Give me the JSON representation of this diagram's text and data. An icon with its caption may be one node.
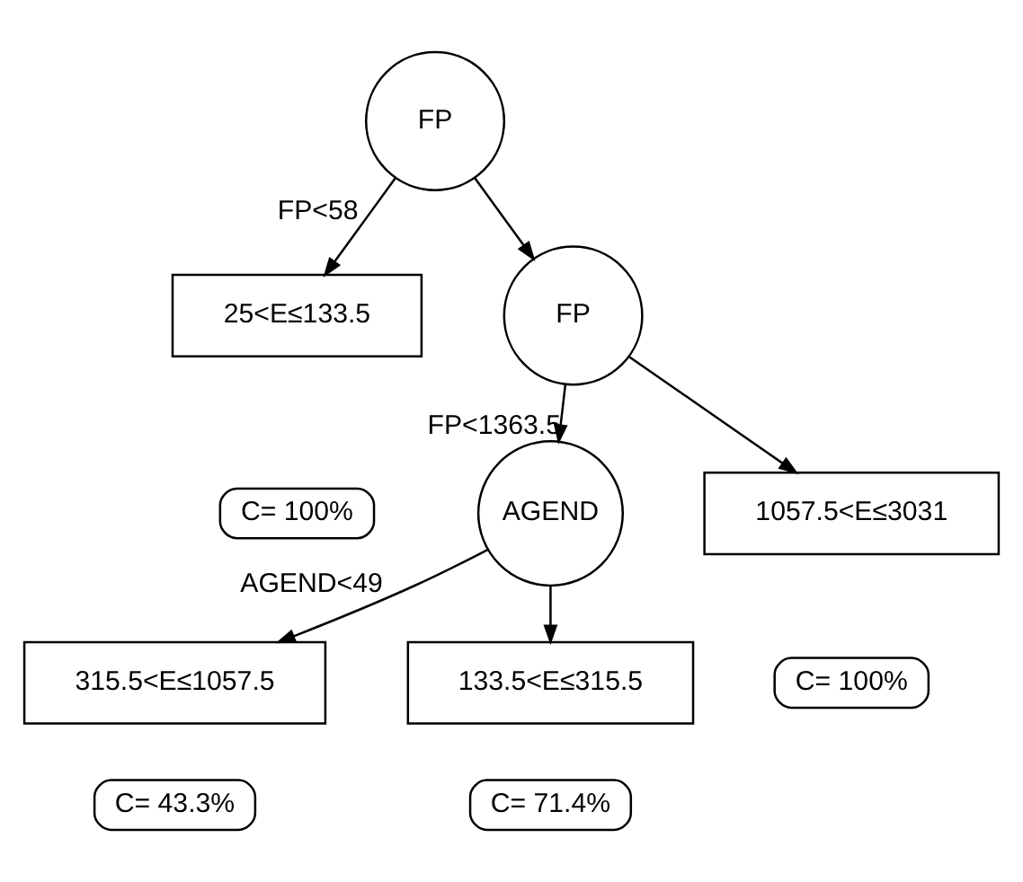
{
  "diagram": {
    "nodes": [
      {
        "text": [
          "FP"
        ]
      },
      {
        "text": [
          "25<E≤133.5"
        ]
      },
      {
        "text": [
          "FP"
        ]
      },
      {
        "text": [
          "C= 100%"
        ]
      },
      {
        "text": [
          "AGEND"
        ]
      },
      {
        "text": [
          "1057.5<E≤3031"
        ]
      },
      {
        "text": [
          "C= 100%"
        ]
      },
      {
        "text": [
          "315.5<E≤1057.5"
        ]
      },
      {
        "text": [
          "133.5<E≤315.5"
        ]
      },
      {
        "text": [
          "C= 43.3%"
        ]
      },
      {
        "text": [
          "C= 71.4%"
        ]
      }
    ],
    "edges": [
      {
        "from": 0,
        "to": 1,
        "arrow": "to",
        "label": "FP<58"
      },
      {
        "from": 0,
        "to": 2,
        "arrow": "to"
      },
      {
        "from": 2,
        "to": 4,
        "arrow": "to",
        "label": "FP<1363.5"
      },
      {
        "from": 2,
        "to": 5,
        "arrow": "to"
      },
      {
        "from": 4,
        "to": 7,
        "arrow": "to",
        "label": "AGEND<49"
      },
      {
        "from": 4,
        "to": 8,
        "arrow": "to"
      }
    ]
  }
}
